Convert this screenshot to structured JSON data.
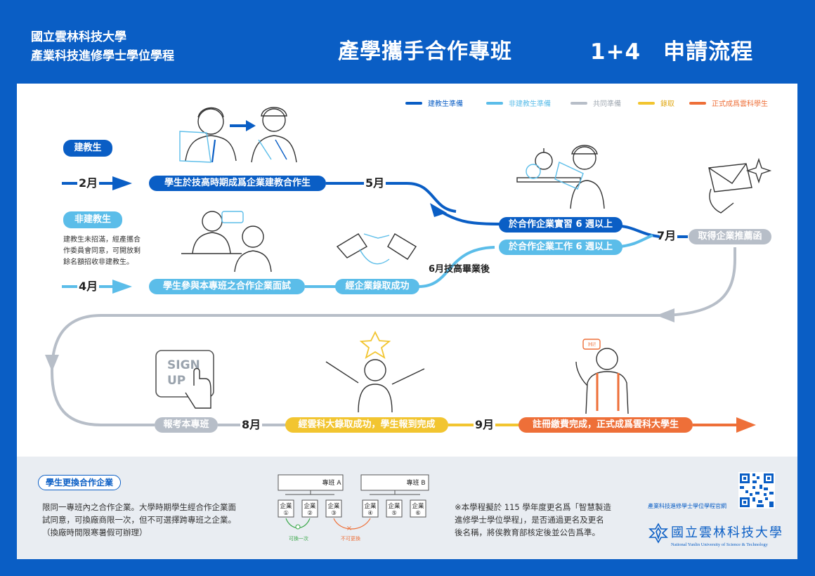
{
  "header": {
    "school_line1": "國立雲林科技大學",
    "school_line2": "產業科技進修學士學位學程",
    "title": "產學攜手合作專班",
    "title2": "1+4　申請流程"
  },
  "legend": [
    {
      "label": "建教生準備",
      "color": "#0a5ec5"
    },
    {
      "label": "非建教生準備",
      "color": "#5bbde9"
    },
    {
      "label": "共同準備",
      "color": "#b7bec8"
    },
    {
      "label": "錄取",
      "color": "#f2c530"
    },
    {
      "label": "正式成爲雲科學生",
      "color": "#ee6f38"
    }
  ],
  "tracks": {
    "coop": "建教生",
    "noncoop": "非建教生"
  },
  "note": {
    "line1": "建教生未招滿，經產攜合",
    "line2": "作委員會同意，可開放剩",
    "line3": "餘名額招收非建教生。"
  },
  "months": {
    "feb": "2月",
    "may": "5月",
    "apr": "4月",
    "jul": "7月",
    "aug": "8月",
    "sep": "9月"
  },
  "grad_label": "6月技高畢業後",
  "steps": {
    "s1": "學生於技高時期成爲企業建教合作生",
    "s2": "於合作企業實習 6 週以上",
    "s3": "於合作企業工作 6 週以上",
    "s4": "取得企業推薦函",
    "s5": "學生參與本專班之合作企業面試",
    "s6": "經企業錄取成功",
    "s7": "報考本專班",
    "s8": "經雲科大錄取成功，學生報到完成",
    "s9": "註冊繳費完成，正式成爲雲科大學生"
  },
  "icons": {
    "sign_line1": "SIGN",
    "sign_line2": "UP",
    "hi": "Hi!"
  },
  "switch": {
    "title": "學生更換合作企業",
    "body1": "限同一專班內之合作企業。大學時期學生經合作企業面",
    "body2": "試同意，可換廠商限一次，但不可選擇跨專班之企業。",
    "body3": "（換廠時間限寒暑假可辦理）",
    "classA": "專班 A",
    "classB": "專班 B",
    "company": "企業",
    "n1": "①",
    "n2": "②",
    "n3": "③",
    "n4": "④",
    "n5": "⑤",
    "n6": "⑥",
    "ok": "可換一次",
    "no": "不可更換"
  },
  "rename": {
    "line1": "※本學程擬於 115 學年度更名爲「智慧製造",
    "line2": "進修學士學位學程」，是否通過更名及更名",
    "line3": "後名稱，將俟教育部核定後並公告爲準。"
  },
  "footer": {
    "website": "產業科技進修學士學位學程官網",
    "uni_zh": "國立雲林科技大學",
    "uni_en": "National Yunlin University of Science & Technology"
  }
}
